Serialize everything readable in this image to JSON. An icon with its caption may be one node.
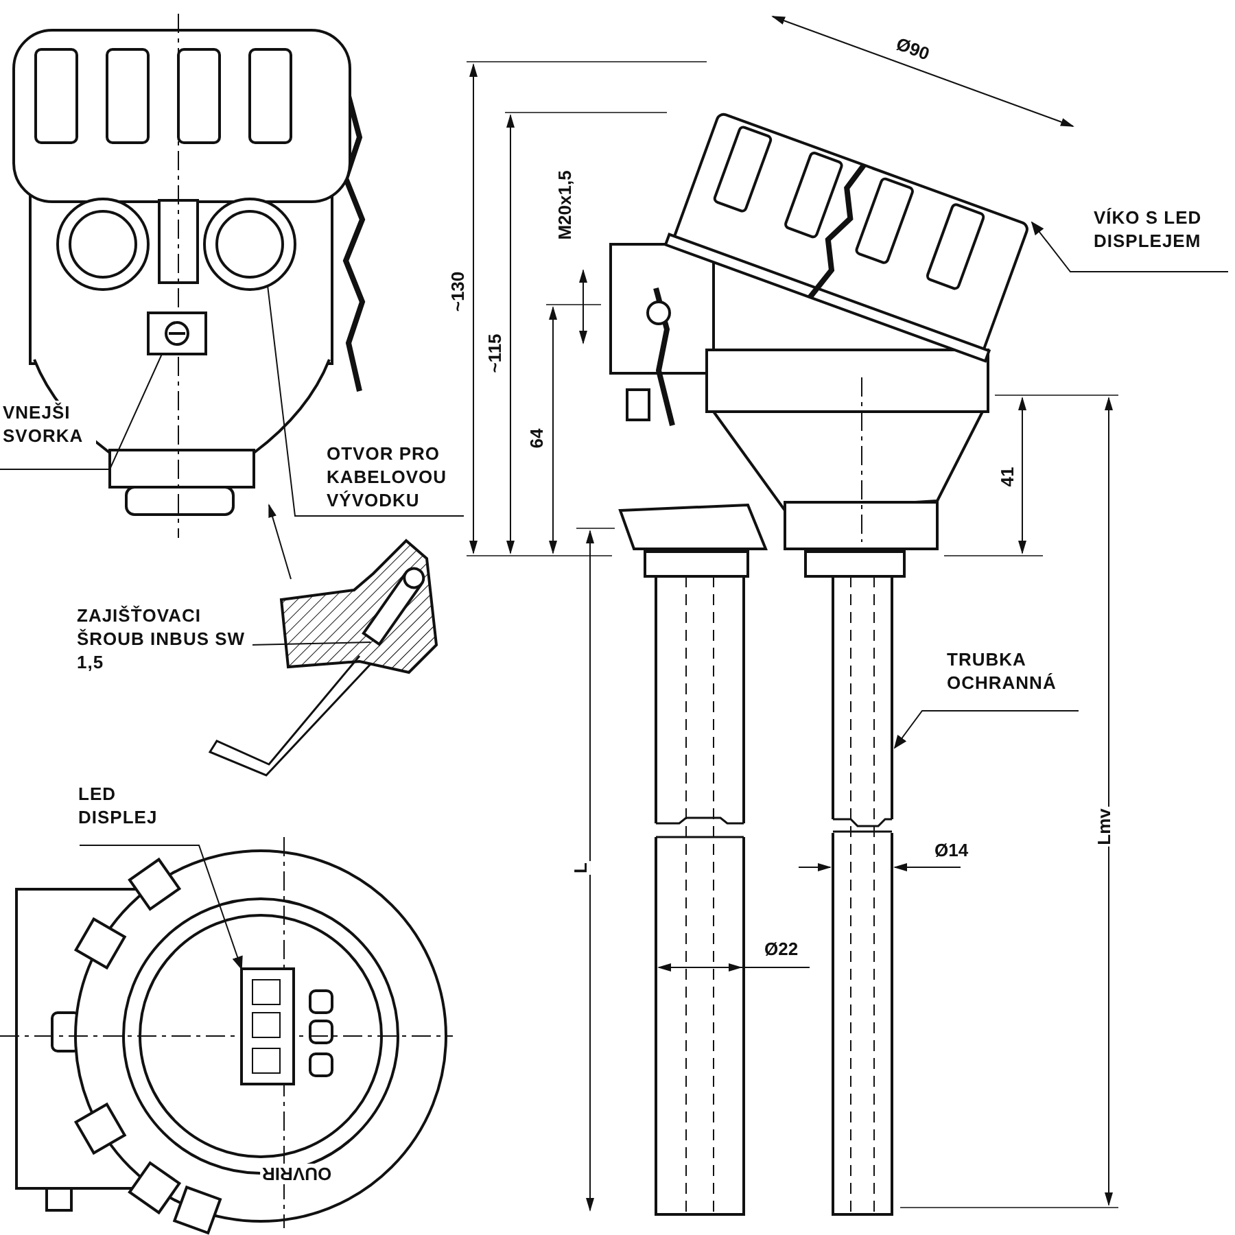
{
  "diagram": {
    "nodes": [
      {
        "text": [
          "VNEJŠI SVORKA"
        ]
      },
      {
        "text": [],
        "shape": "picture"
      },
      {
        "text": [
          "OTVOR PRO KABELOVOU VÝVODKU"
        ]
      },
      {
        "text": [],
        "shape": "circle"
      },
      {
        "text": [
          "ZAJIŠŤOVACI ŠROUB INBUS SW 1,5"
        ]
      },
      {
        "text": [],
        "shape": "picture"
      },
      {
        "text": [
          "VÍKO S LED DISPLEJEM"
        ]
      },
      {
        "text": [],
        "shape": "picture"
      },
      {
        "text": [
          "LED DISPLEJ"
        ]
      },
      {
        "text": [],
        "shape": "box"
      },
      {
        "text": [
          "TRUBKA OCHRANNÁ"
        ]
      },
      {
        "text": [],
        "shape": "bar"
      }
    ],
    "edges": [
      {
        "from": 0,
        "to": 1,
        "arrow": "none"
      },
      {
        "from": 2,
        "to": 3,
        "arrow": "none"
      },
      {
        "from": 4,
        "to": 5,
        "arrow": "none"
      },
      {
        "from": 6,
        "to": 7,
        "arrow": "to"
      },
      {
        "from": 8,
        "to": 9,
        "arrow": "to"
      },
      {
        "from": 10,
        "to": 11,
        "arrow": "to"
      }
    ],
    "labels": [
      "Ø90",
      "M20x1,5",
      "~130",
      "~115",
      "64",
      "41",
      "L",
      "Lmv",
      "Ø14",
      "Ø22",
      "OUVRIR"
    ]
  }
}
